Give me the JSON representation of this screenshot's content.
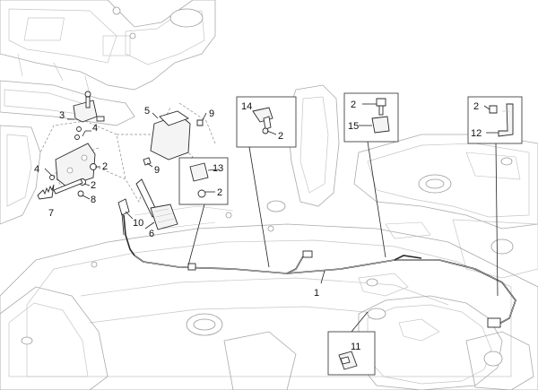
{
  "labels": {
    "l1": "1",
    "l2a": "2",
    "l2b": "2",
    "l2c": "2",
    "l2d": "2",
    "l2e": "2",
    "l2f": "2",
    "l3": "3",
    "l4a": "4",
    "l4b": "4",
    "l5": "5",
    "l6": "6",
    "l7": "7",
    "l8": "8",
    "l9a": "9",
    "l9b": "9",
    "l10": "10",
    "l11": "11",
    "l12": "12",
    "l13": "13",
    "l14": "14",
    "l15": "15"
  }
}
